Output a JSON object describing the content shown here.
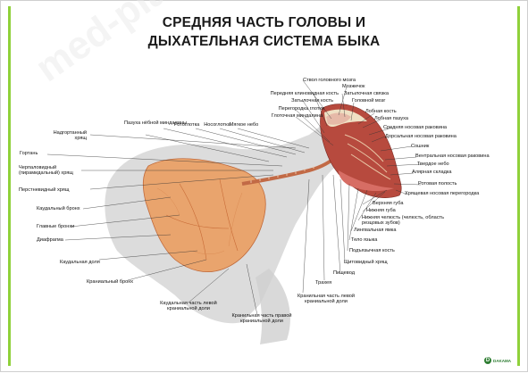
{
  "title": {
    "line1": "СРЕДНЯЯ ЧАСТЬ ГОЛОВЫ И",
    "line2": "ДЫХАТЕЛЬНАЯ СИСТЕМА БЫКА"
  },
  "labels": {
    "stvol": "Ствол головного мозга",
    "mozzhechok": "Мозжечок",
    "zatylochnaya_svyazka": "Затылочная связка",
    "perednyaya_klinovidnaya": "Передняя клиновидная кость",
    "golovnoy_mozg": "Головной мозг",
    "zatylochnaya_kost": "Затылочная кость",
    "lobnaya_kost": "Лобная кость",
    "peregorodka_glotki": "Перегородка глотки",
    "lobnaya_pazukha": "Лобная пазуха",
    "glotochnaya_mindalina": "Глоточная миндалина",
    "sredniya_nosovaya": "Средняя носовая раковина",
    "rotoglotka": "Ротоглотка",
    "nosoglotka": "Носоглотка",
    "myagkoe_nebo": "Мягкое небо",
    "pazukha_nebnoy": "Пазуха нёбной миндалины",
    "dorsalnaya_nosovaya": "Дорсальная носовая раковина",
    "nadgortanniy": "Надгортанный хрящ",
    "soshnik": "Сошник",
    "ventralnaya_nosovaya": "Вентральная носовая раковина",
    "gortan": "Гортань",
    "tverdoe_nebo": "Твердое небо",
    "alarnaya_skladka": "Алярная складка",
    "cherpalovidny": "Черпаловидный (пирамидальный) хрящ",
    "rotovaya_polost": "Ротовая полость",
    "khryashchevaya_peregorodka": "Хрящевая носовая перегородка",
    "persnevidny": "Перстневидный хрящ",
    "verkhnyaya_guba": "Верхняя губа",
    "nizhnyaya_guba": "Нижняя губа",
    "kaudalny_bronkh": "Каудальный бронх",
    "nizhnyaya_chelyust": "Нижняя челюсть (челюсть, область резцовых зубов)",
    "glavnye_bronkhi": "Главные бронхи",
    "lingvalnaya_yamka": "Лингвальная ямка",
    "diafragma": "Диафрагма",
    "telo_yazyka": "Тело языка",
    "podyazychnaya": "Подъязычная кость",
    "kaudalnaya_dolya": "Каудальная доля",
    "shchitovidny": "Щитовидный хрящ",
    "pishchevod": "Пищевод",
    "kranialny_bronkh": "Краниальный бронх",
    "trakheya": "Трахея",
    "kranialnaya_chast_levoy": "Кранильная часть левой краниальной доли",
    "kaudalnaya_chast_levoy": "Каудальная часть левой краниальной доли",
    "kranialnaya_chast_pravoy": "Кранильная часть правой краниальной доли"
  },
  "watermark": "med-plakat.ru",
  "logo": {
    "mark": "D",
    "text": "DAKAMA"
  },
  "colors": {
    "accent_border": "#8fd13a",
    "lung": "#e8a06a",
    "lung_dark": "#c96e3a",
    "silhouette": "#d3d3d3",
    "tissue": "#b8423a",
    "bone": "#f1e3c8"
  }
}
